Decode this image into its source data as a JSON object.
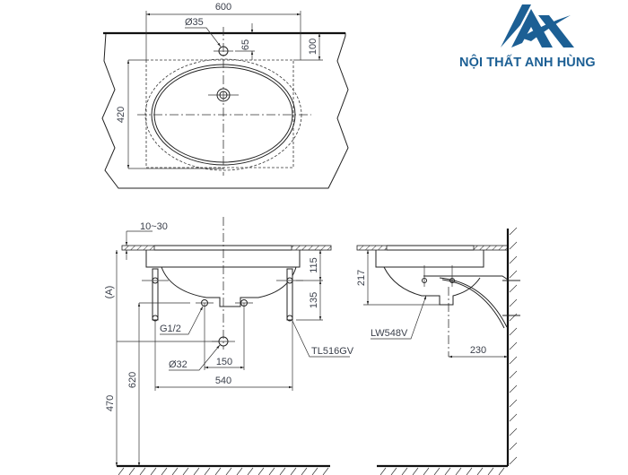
{
  "brand": {
    "name": "NỘI THẤT ANH HÙNG",
    "color": "#1c5f94"
  },
  "top_view": {
    "width_label": "600",
    "tap_hole_label": "Ø35",
    "tap_offset_label": "65",
    "edge_offset_label": "100",
    "depth_label": "420"
  },
  "front_view": {
    "counter_thickness_label": "10~30",
    "height_variable_label": "(A)",
    "bowl_depth_label": "115",
    "bracket_label": "135",
    "supply_label": "G1/2",
    "drain_label": "Ø32",
    "supply_spacing_label": "150",
    "bracket_spacing_label": "540",
    "drain_height_label": "620",
    "floor_height_label": "470",
    "bracket_model": "TL516GV"
  },
  "side_view": {
    "height_label": "217",
    "model": "LW548V",
    "wall_offset_label": "230"
  },
  "colors": {
    "line": "#222222",
    "text": "#3a3f4a",
    "brand": "#1c5f94"
  }
}
